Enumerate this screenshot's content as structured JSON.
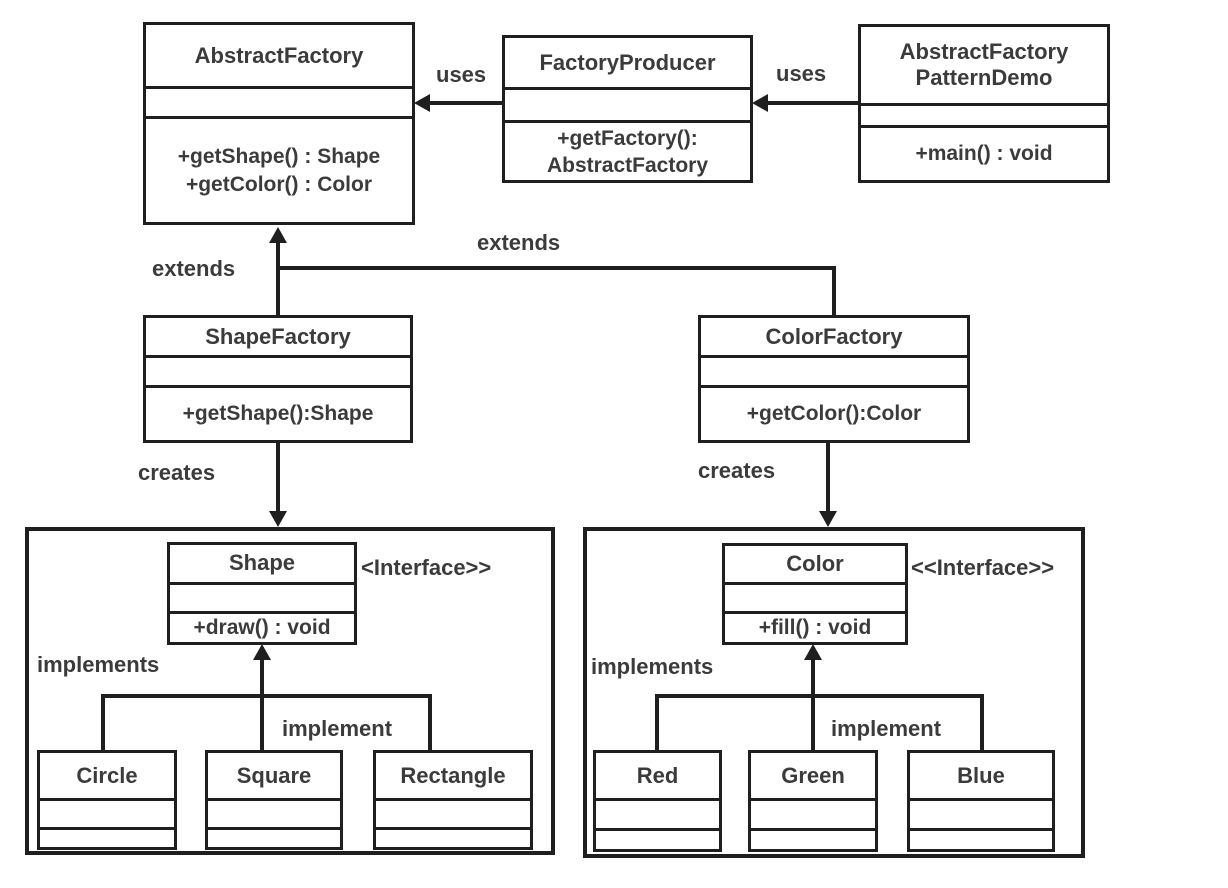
{
  "colors": {
    "line": "#1f1f1f",
    "text": "#3b3b3b",
    "background": "#ffffff"
  },
  "classes": {
    "abstract_factory": {
      "name": "AbstractFactory",
      "methods": [
        "+getShape() : Shape",
        "+getColor() : Color"
      ]
    },
    "factory_producer": {
      "name": "FactoryProducer",
      "methods": [
        "+getFactory():",
        "AbstractFactory"
      ]
    },
    "pattern_demo": {
      "name_line1": "AbstractFactory",
      "name_line2": "PatternDemo",
      "methods": [
        "+main() : void"
      ]
    },
    "shape_factory": {
      "name": "ShapeFactory",
      "methods": [
        "+getShape():Shape"
      ]
    },
    "color_factory": {
      "name": "ColorFactory",
      "methods": [
        "+getColor():Color"
      ]
    },
    "shape_interface": {
      "name": "Shape",
      "stereotype": "<Interface>>",
      "methods": [
        "+draw() : void"
      ]
    },
    "color_interface": {
      "name": "Color",
      "stereotype": "<<Interface>>",
      "methods": [
        "+fill() : void"
      ]
    },
    "circle": {
      "name": "Circle"
    },
    "square": {
      "name": "Square"
    },
    "rectangle": {
      "name": "Rectangle"
    },
    "red": {
      "name": "Red"
    },
    "green": {
      "name": "Green"
    },
    "blue": {
      "name": "Blue"
    }
  },
  "labels": {
    "uses_left": "uses",
    "uses_right": "uses",
    "extends_left": "extends",
    "extends_right": "extends",
    "creates_left": "creates",
    "creates_right": "creates",
    "implements_left": "implements",
    "implements_right": "implements",
    "implement_left": "implement",
    "implement_right": "implement"
  }
}
